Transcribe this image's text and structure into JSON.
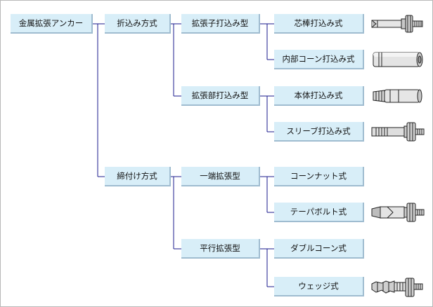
{
  "colors": {
    "node_fill": "#d8eef8",
    "node_shadow": "#9fbcd0",
    "connector": "#1a1a8c"
  },
  "tree": {
    "root": "金属拡張アンカー",
    "method_drive": "折込み方式",
    "method_tighten": "締付け方式",
    "type_drive_expander": "拡張子打込み型",
    "type_drive_body": "拡張部打込み型",
    "type_one_end": "一端拡張型",
    "type_parallel": "平行拡張型",
    "leaf_core_rod": "芯棒打込み式",
    "leaf_internal_cone": "内部コーン打込み式",
    "leaf_body_drive": "本体打込み式",
    "leaf_sleeve_drive": "スリーブ打込み式",
    "leaf_cone_nut": "コーンナット式",
    "leaf_taper_bolt": "テーパボルト式",
    "leaf_double_cone": "ダブルコーン式",
    "leaf_wedge": "ウェッジ式"
  },
  "images": [
    "core-rod-anchor",
    "internal-cone-anchor",
    "body-drive-anchor",
    "sleeve-drive-anchor",
    "taper-bolt-anchor",
    "wedge-anchor"
  ]
}
